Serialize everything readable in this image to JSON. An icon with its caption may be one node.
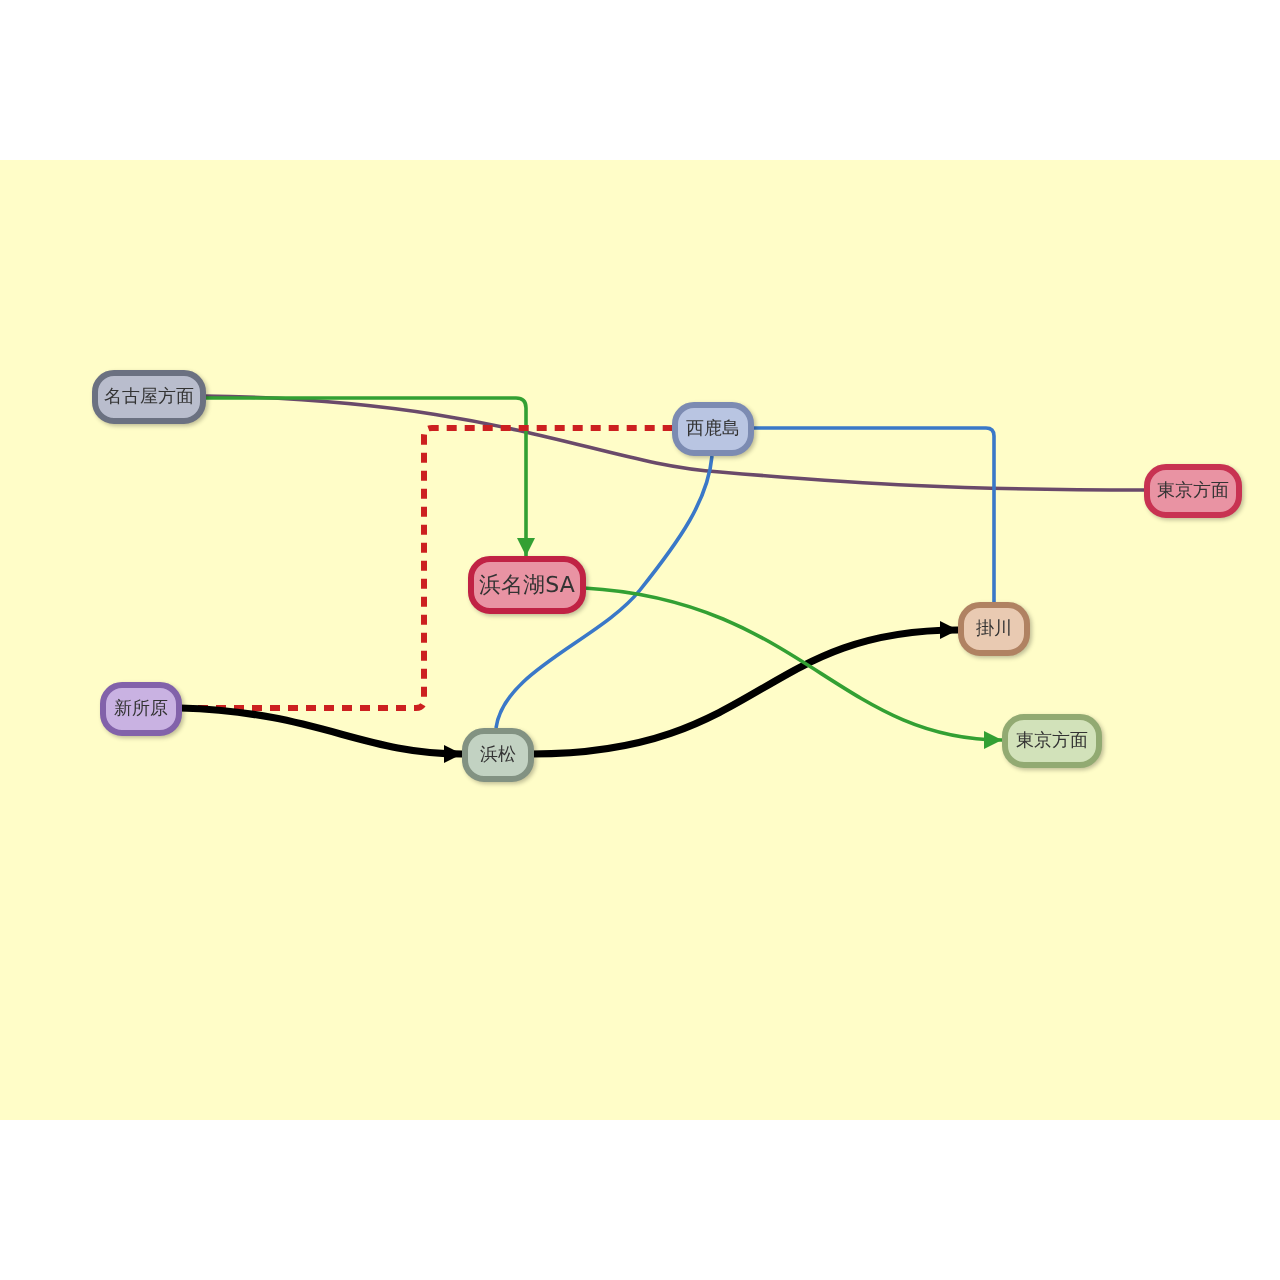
{
  "diagram": {
    "nodes": [
      {
        "text": [
          "名古屋方面"
        ]
      },
      {
        "text": [
          "西鹿島"
        ]
      },
      {
        "text": [
          "東京方面"
        ]
      },
      {
        "text": [
          "浜名湖SA"
        ]
      },
      {
        "text": [
          "掛川"
        ]
      },
      {
        "text": [
          "新所原"
        ]
      },
      {
        "text": [
          "浜松"
        ]
      },
      {
        "text": [
          "東京方面"
        ]
      }
    ],
    "edges": [
      {
        "from": 0,
        "to": 2,
        "arrow": "none",
        "color": "#6a4a6a"
      },
      {
        "from": 0,
        "to": 3,
        "arrow": "to",
        "color": "#33a033"
      },
      {
        "from": 5,
        "to": 1,
        "arrow": "none",
        "style": "dashed",
        "color": "#cc2020"
      },
      {
        "from": 5,
        "to": 6,
        "arrow": "to",
        "style": "thick",
        "color": "#000000"
      },
      {
        "from": 6,
        "to": 4,
        "arrow": "to",
        "style": "thick",
        "color": "#000000"
      },
      {
        "from": 6,
        "to": 1,
        "arrow": "none",
        "color": "#3a78c8"
      },
      {
        "from": 1,
        "to": 4,
        "arrow": "none",
        "color": "#3a78c8"
      },
      {
        "from": 3,
        "to": 7,
        "arrow": "to",
        "color": "#33a033"
      }
    ]
  }
}
